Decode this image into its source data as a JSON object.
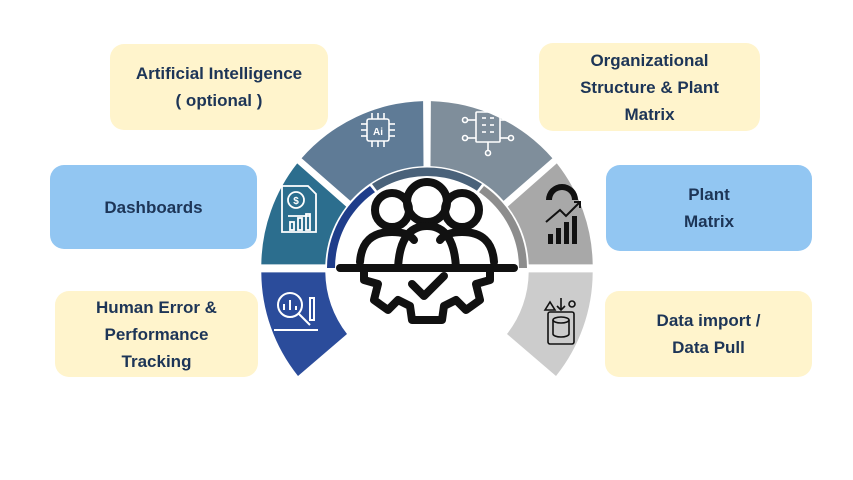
{
  "diagram": {
    "labels": {
      "ai": "Artificial Intelligence\n( optional )",
      "org": "Organizational\nStructure & Plant\nMatrix",
      "dashboards": "Dashboards",
      "plant": "Plant\nMatrix",
      "human": "Human Error &\nPerformance\nTracking",
      "data": "Data import /\nData Pull"
    },
    "icons": {
      "ai": "ai-chip-icon",
      "org": "building-network-icon",
      "dashboards": "report-analytics-icon",
      "plant": "speedometer-growth-icon",
      "human": "magnifier-chart-icon",
      "data": "database-import-icon",
      "center": "team-gear-check-icon"
    },
    "colors": {
      "ai_segment": "#5f7b96",
      "org_segment": "#7f8e9b",
      "dashboards_segment": "#2c6e8e",
      "plant_segment": "#a8a8a8",
      "human_segment": "#2b4c9b",
      "data_segment": "#cccccc",
      "label_cream": "#fff4cc",
      "label_blue": "#92c6f2",
      "label_text": "#1d3557"
    }
  }
}
